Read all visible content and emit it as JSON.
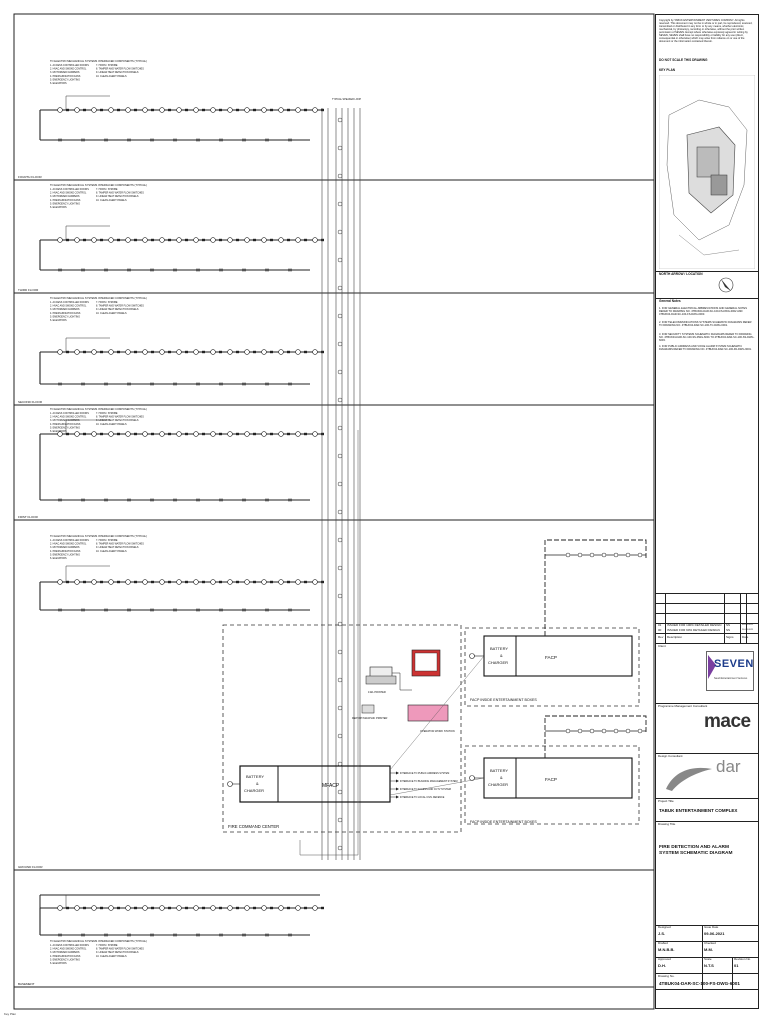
{
  "floors": [
    {
      "label": "",
      "y": 0
    },
    {
      "label": "FOURTH FLOOR"
    },
    {
      "label": "THIRD FLOOR"
    },
    {
      "label": "SECOND FLOOR"
    },
    {
      "label": "FIRST FLOOR"
    },
    {
      "label": "GROUND FLOOR"
    },
    {
      "label": "BASEMENT"
    }
  ],
  "interface_note": {
    "title": "TO ELECTRO MECHANICAL SYSTEMS INTERFACED COMPONENTS (TYPICAL)",
    "left_items": [
      "1. ACCESS CONTROLLED DOORS",
      "2. HVAC AND SMOKE CONTROL",
      "3. MOTORIZED DAMPERS",
      "4. PRESSURIZATION FANS",
      "5. EMERGENCY LIGHTING",
      "6. ELEVATORS"
    ],
    "right_items": [
      "7. HORN / STROBE",
      "8. TAMPER AND WATER FLOW SWITCHES",
      "9. LINEAR HEAT DETECTION PANELS",
      "10. CLEAN AGENT PANELS"
    ]
  },
  "riser_label": "TYPICAL SPEAKER LOOP",
  "panels": {
    "mfacp": "MFACP",
    "battery": "BATTERY & CHARGER",
    "facp": "FACP",
    "fire_command_center": "FIRE COMMAND CENTER",
    "facp_boxes": "FACP INSIDE ENTERTAINMENT BOXES",
    "printer": "132L PRINTER",
    "report_printer": "REPORT/GRAPHIC PRINTER",
    "operator": "OPERATOR WORK STATION",
    "interfaces": [
      "INTERFACE TO PUBLIC ADDRESS SYSTEM",
      "INTERFACE TO BUILDING MANAGEMENT SYSTEM",
      "INTERFACE TO ACCESS AND CCTV SYSTEM",
      "INTERFACE TO LOCAL CIVIL DEFENCE"
    ]
  },
  "title_block": {
    "copyright": "Copyright by TABUK ENTERTAINMENT VENTURES COMPANY. All rights reserved. This document may not be in whole or in part, be reproduced, scanned, transmitted or distributed in any form or by any means, whether electronic, mechanical, by photocopy, recording or otherwise, without the prior written permission of SEVEN. Except where otherwise expressly agreed in writing by SEVEN, SEVEN shall have no responsibility or liability for any use (direct, consequential or otherwise) which may arise from reliance on or use of the document or the information contained therein.",
    "do_not_scale": "DO NOT SCALE THIS DRAWING",
    "key_plan": "KEY PLAN",
    "north_arrow": "NORTH ARROW / LOCATION",
    "general_notes_title": "General Notes",
    "general_notes": [
      "1. FOR GENERAL ELECTRICAL ABBREVIATIONS AND GENERAL NOTES REFER TO DRAWING NO. 4TBUK04-DAR-SC-100-FS-DWG-0002 AND 4TBUK04-DAR-SC-100-FS-DWG-0003.",
      "2. FOR TELECOMMUNICATIONS SYSTEMS SCHEMATIC DIAGRAMS REFER TO DRAWING NO. 4TBUK04-DAR-SC-100-TC-DWG-6001.",
      "3. FOR SECURITY SYSTEMS SCHEMATIC DIAGRAMS REFER TO DRAWING NO. 4TBUK04-DAR-SC-100-SS-DWG-6001 TO 4TBUK04-DAR-SC-100-SS-DWG-6003.",
      "4. FOR PUBLIC ADDRESS AND VOICE ALARM SYSTEM SCHEMATIC DIAGRAMS REFER TO DRAWING NO. 4TBUK04-DAR-SC-100-PA-DWG-6001."
    ],
    "revisions": [
      {
        "rev": "01",
        "desc": "ISSUED FOR 100% DETAILED DESIGN",
        "by": "SS",
        "date": "09-06-2021"
      },
      {
        "rev": "00",
        "desc": "ISSUED FOR 90% DETAILED DESIGN",
        "by": "SS",
        "date": "26-04-2021"
      }
    ],
    "rev_headers": [
      "Rev",
      "Description",
      "Signs",
      "Date"
    ],
    "client_label": "Client",
    "client": "SEVEN",
    "client_sub": "Saudi Entertainment Ventures",
    "pm_label": "Programme Management Consultant",
    "pm": "mace",
    "design_label": "Design Consultant",
    "design": "dar",
    "project_label": "Project Title",
    "project": "TABUK ENTERTAINMENT COMPLEX",
    "drawing_label": "Drawing Title",
    "drawing": "FIRE DETECTION AND ALARM SYSTEM SCHEMATIC DIAGRAM",
    "designed_label": "Designed",
    "designed": "J.S.",
    "date_label": "Issue Date",
    "date": "09-06-2021",
    "drafted_label": "Drafted",
    "drafted": "M.N.B.B.",
    "checked_label": "Checked",
    "checked": "M.M.",
    "approved_label": "Approved",
    "approved": "D.H.",
    "scale_label": "Scale",
    "scale": "N.T.S",
    "rev_label": "Revision No.",
    "rev": "01",
    "number_label": "Drawing No.",
    "number": "4TBUK04-DAR-SC-100-FS-DWG-6001"
  },
  "footer": "Key Plan"
}
